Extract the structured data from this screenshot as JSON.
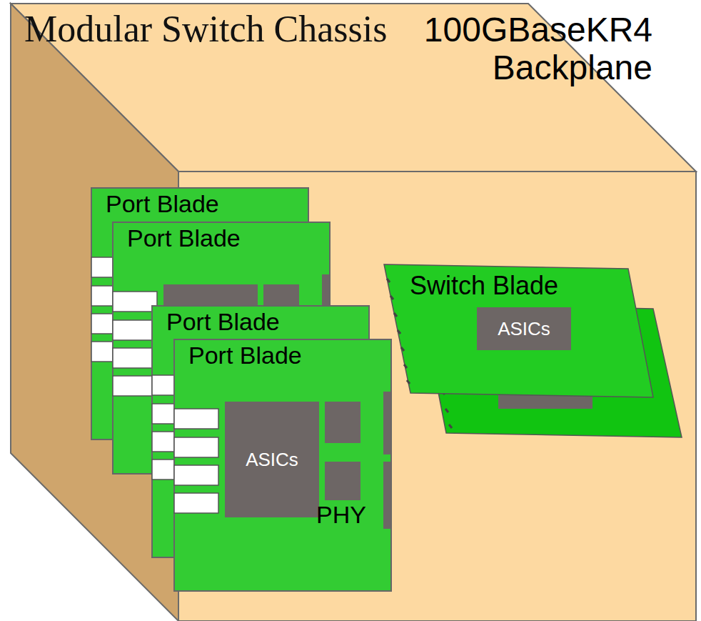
{
  "diagram": {
    "nodes": [
      {
        "text": [
          "Modular Switch Chassis",
          "100GBaseKR4 Backplane"
        ]
      },
      {
        "text": [
          "Port Blade"
        ],
        "in": 0
      },
      {
        "text": [
          "Port Blade"
        ],
        "in": 0
      },
      {
        "text": [
          "Port Blade"
        ],
        "in": 0
      },
      {
        "text": [
          "Port Blade"
        ],
        "in": 0
      },
      {
        "text": [
          "ASICs"
        ],
        "in": 4
      },
      {
        "text": [
          "Switch Blade"
        ],
        "in": 0
      },
      {
        "text": [
          "ASICs"
        ],
        "in": 6
      }
    ],
    "labels": [
      "PHY"
    ]
  }
}
